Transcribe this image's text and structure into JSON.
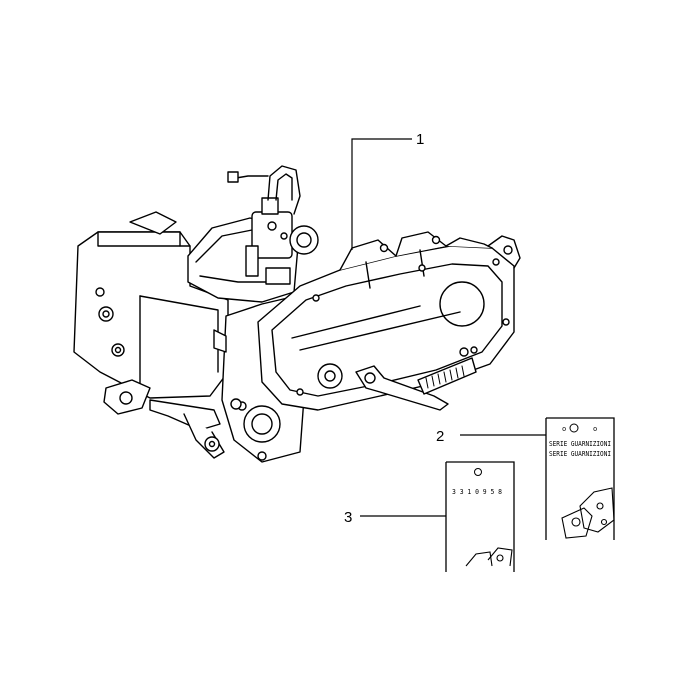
{
  "diagram": {
    "callouts": [
      {
        "id": "1",
        "label": "1",
        "part": "engine-assembly"
      },
      {
        "id": "2",
        "label": "2",
        "part": "gasket-kit-label-large"
      },
      {
        "id": "3",
        "label": "3",
        "part": "gasket-kit-label-small"
      }
    ],
    "label_2_lines": [
      "SERIE GUARNIZIONI",
      "SERIE GUARNIZIONI"
    ],
    "label_3_line": "3 3 1  0 9 5 8"
  }
}
